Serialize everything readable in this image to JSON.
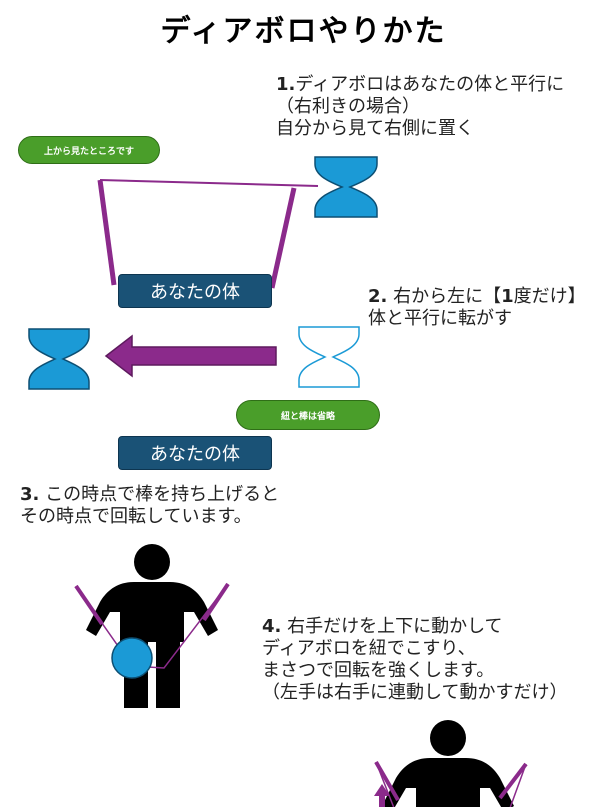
{
  "title": "ディアボロやりかた",
  "step1": {
    "num": "1.",
    "line1": "ディアボロはあなたの体と平行に",
    "line2": "（右利きの場合）",
    "line3": "自分から見て右側に置く"
  },
  "top_view_badge": "上から見たところです",
  "you_label_1": "あなたの体",
  "step2": {
    "num": "2.",
    "line1_a": " 右から左に【",
    "line1_b": "1",
    "line1_c": "度だけ】",
    "line2": "体と平行に転がす"
  },
  "omitted_badge": "紐と棒は省略",
  "you_label_2": "あなたの体",
  "step3": {
    "num": "3.",
    "line1": " この時点で棒を持ち上げると",
    "line2": "その時点で回転しています。"
  },
  "step4": {
    "num": "4.",
    "line1": " 右手だけを上下に動かして",
    "line2": "ディアボロを紐でこすり、",
    "line3": "まさつで回転を強くします。",
    "line4": "（左手は右手に連動して動かすだけ）"
  },
  "colors": {
    "diabolo": "#1b9ad6",
    "diabolo_outline": "#0d4f73",
    "stick_string": "#8b2a8b",
    "arrow": "#8b2a8b",
    "badge": "#4a9e2a",
    "body_label": "#1a5276",
    "person": "#000000"
  }
}
